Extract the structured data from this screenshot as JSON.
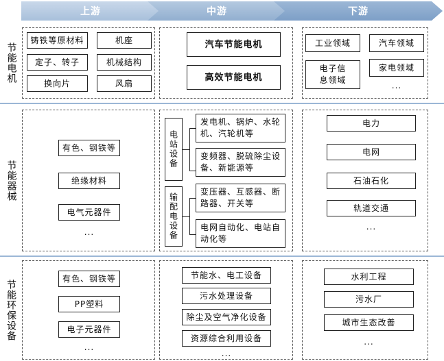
{
  "stages": {
    "upstream": "上游",
    "midstream": "中游",
    "downstream": "下游"
  },
  "rows": {
    "motor": {
      "label": "节能电机",
      "upstream": [
        "铸铁等原材料",
        "机座",
        "定子、转子",
        "机械结构",
        "换向片",
        "风扇"
      ],
      "midstream": [
        "汽车节能电机",
        "高效节能电机"
      ],
      "downstream": [
        "工业领域",
        "汽车领域",
        "电子信息领域",
        "家电领域",
        "..."
      ]
    },
    "equipment": {
      "label": "节能器械",
      "upstream": [
        "有色、钢铁等",
        "绝缘材料",
        "电气元器件",
        "..."
      ],
      "midstream": {
        "groups": [
          {
            "label": "电站设备",
            "items": [
              "发电机、锅炉、水轮机、汽轮机等",
              "变频器、脱硫除尘设备、新能源等"
            ]
          },
          {
            "label": "输配电设备",
            "items": [
              "变压器、互感器、断路器、开关等",
              "电网自动化、电站自动化等"
            ]
          }
        ]
      },
      "downstream": [
        "电力",
        "电网",
        "石油石化",
        "轨道交通",
        "..."
      ]
    },
    "env": {
      "label": "节能环保设备",
      "upstream": [
        "有色、钢铁等",
        "PP塑料",
        "电子元器件",
        "..."
      ],
      "midstream": [
        "节能水、电工设备",
        "污水处理设备",
        "除尘及空气净化设备",
        "资源综合利用设备",
        "..."
      ],
      "downstream": [
        "水利工程",
        "污水厂",
        "城市生态改善",
        "..."
      ]
    }
  }
}
